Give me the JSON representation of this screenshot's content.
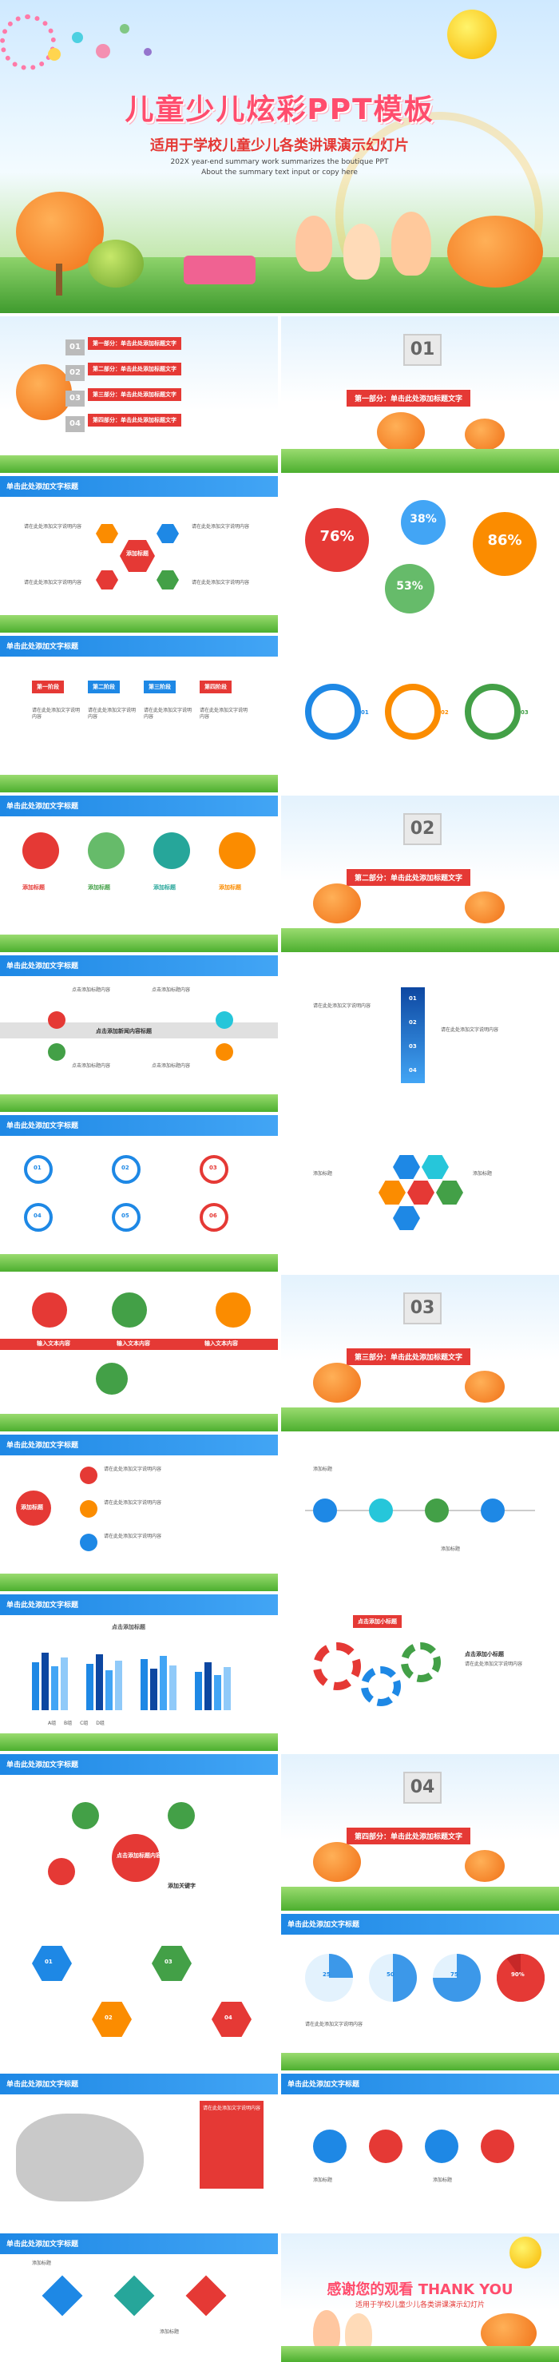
{
  "hero": {
    "title": "儿童少儿炫彩PPT模板",
    "subtitle": "适用于学校儿童少儿各类讲课演示幻灯片",
    "en_line1": "202X year-end summary work summarizes the boutique PPT",
    "en_line2": "About the summary text input or copy here"
  },
  "toc": {
    "items": [
      {
        "num": "01",
        "label": "第一部分：单击此处添加标题文字"
      },
      {
        "num": "02",
        "label": "第二部分：单击此处添加标题文字"
      },
      {
        "num": "03",
        "label": "第三部分：单击此处添加标题文字"
      },
      {
        "num": "04",
        "label": "第四部分：单击此处添加标题文字"
      }
    ]
  },
  "sections": [
    {
      "num": "01",
      "label": "第一部分：单击此处添加标题文字"
    },
    {
      "num": "02",
      "label": "第二部分：单击此处添加标题文字"
    },
    {
      "num": "03",
      "label": "第三部分：单击此处添加标题文字"
    },
    {
      "num": "04",
      "label": "第四部分：单击此处添加标题文字"
    }
  ],
  "common": {
    "slide_title": "单击此处添加文字标题",
    "add_title": "添加标题",
    "center_title": "点击添加标题内容",
    "click_add": "点击添加标题",
    "add_content": "点击添加标题内容",
    "small_text": "请在此处添加文字说明内容",
    "title_text": "添加标题",
    "input_text": "输入文本内容",
    "chart_title": "点击添加标题",
    "center_news": "点击添加新闻内容标题",
    "gear_title": "点击添加小标题",
    "add_key": "添加关键字"
  },
  "s_stats": {
    "a": "76%",
    "b": "38%",
    "c": "86%",
    "d": "53%"
  },
  "s_steps": [
    "第一阶段",
    "第二阶段",
    "第三阶段",
    "第四阶段"
  ],
  "s_numbers": [
    "01",
    "02",
    "03",
    "04",
    "05",
    "06"
  ],
  "s_pies": {
    "a": "25",
    "b": "50",
    "c": "75",
    "d": "90%"
  },
  "s_legend": [
    "A组",
    "B组",
    "C组",
    "D组"
  ],
  "ending": {
    "title": "感谢您的观看 THANK YOU",
    "sub": "适用于学校儿童少儿各类讲课演示幻灯片"
  },
  "colors": {
    "red": "#e53935",
    "blue": "#1e88e5",
    "green": "#43a047",
    "orange": "#fb8c00",
    "teal": "#26a69a"
  }
}
